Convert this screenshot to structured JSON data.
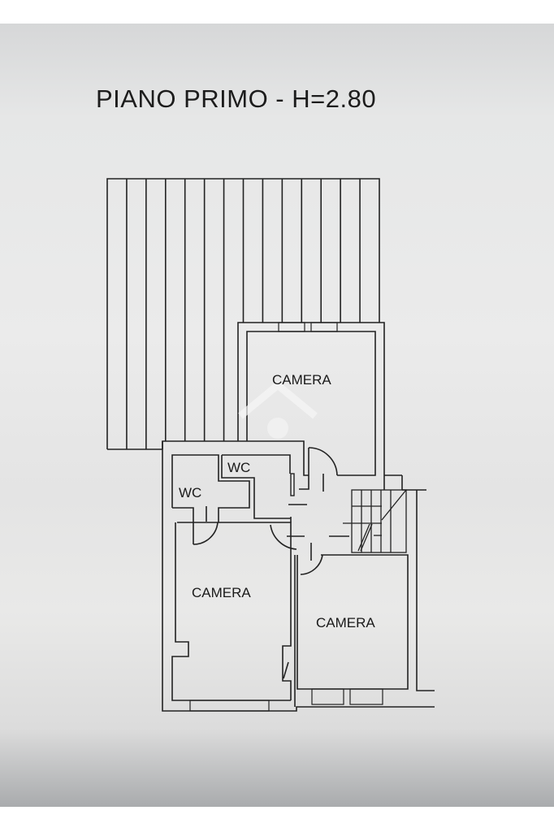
{
  "title": "PIANO PRIMO - H=2.80",
  "rooms": {
    "camera_top": "CAMERA",
    "wc_right": "WC",
    "wc_left": "WC",
    "camera_bottom_left": "CAMERA",
    "camera_bottom_right": "CAMERA"
  },
  "watermark_icon": "house-logo-icon",
  "colors": {
    "line": "#222222",
    "paper": "#e8e8e8"
  }
}
